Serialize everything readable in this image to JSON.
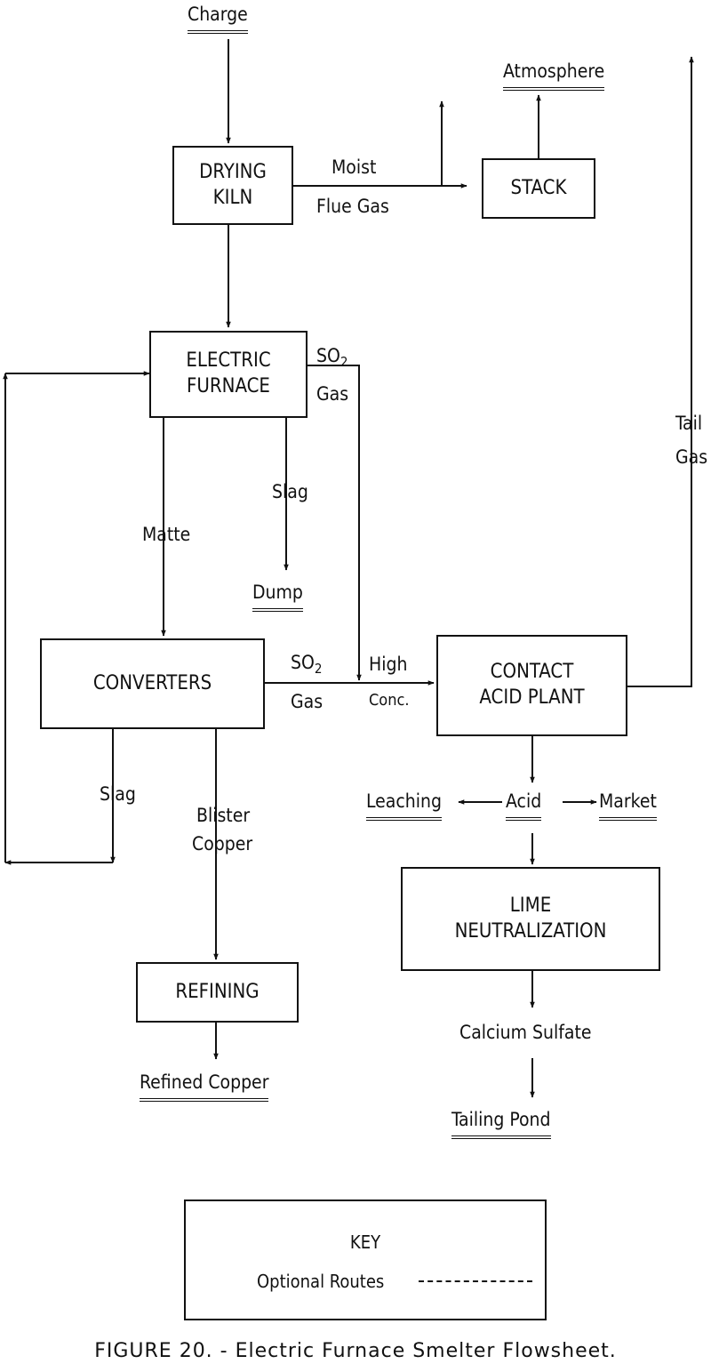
{
  "figure": {
    "caption": "FIGURE 20. - Electric Furnace Smelter Flowsheet."
  },
  "boxes": {
    "drying_kiln": [
      "DRYING",
      "KILN"
    ],
    "stack": [
      "STACK"
    ],
    "electric_furnace": [
      "ELECTRIC",
      "FURNACE"
    ],
    "converters": [
      "CONVERTERS"
    ],
    "contact_acid_plant": [
      "CONTACT",
      "ACID PLANT"
    ],
    "lime_neutralization": [
      "LIME",
      "NEUTRALIZATION"
    ],
    "refining": [
      "REFINING"
    ]
  },
  "sinks": {
    "charge": "Charge",
    "atmosphere": "Atmosphere",
    "dump": "Dump",
    "leaching": "Leaching",
    "acid": "Acid",
    "market": "Market",
    "refined_copper": "Refined Copper",
    "tailing_pond": "Tailing Pond"
  },
  "labels": {
    "moist": "Moist",
    "flue_gas": "Flue Gas",
    "so2_furnace": "SO",
    "so2_furnace_sub": "2",
    "gas_furnace": "Gas",
    "slag_furnace": "Slag",
    "matte": "Matte",
    "so2_converters": "SO",
    "so2_converters_sub": "2",
    "gas_converters": "Gas",
    "high": "High",
    "conc": "Conc.",
    "tail": "Tail",
    "tail_gas": "Gas",
    "slag_converters": "Slag",
    "blister": "Blister",
    "copper": "Copper",
    "calcium_sulfate": "Calcium Sulfate"
  },
  "key": {
    "title": "KEY",
    "optional_routes": "Optional Routes"
  }
}
